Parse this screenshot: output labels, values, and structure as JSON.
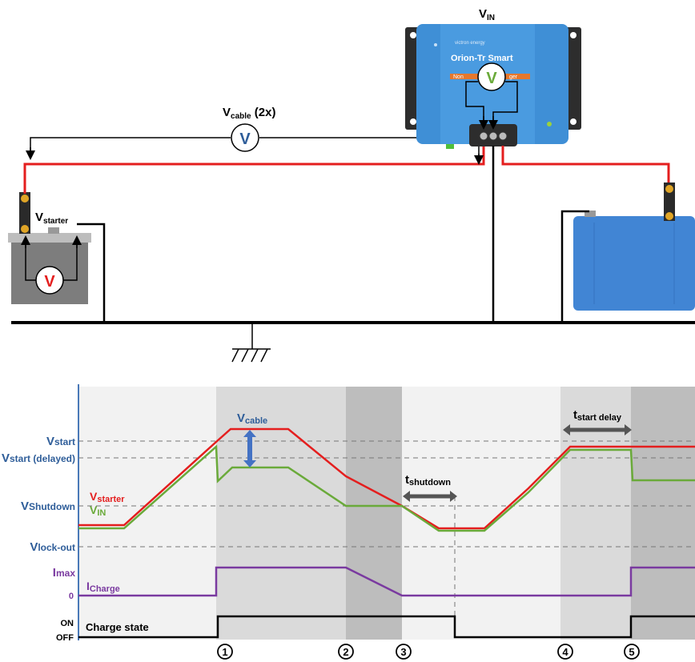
{
  "circuit": {
    "vin_label": {
      "main": "V",
      "sub": "IN"
    },
    "vcable_label": {
      "main": "V",
      "sub": "cable",
      "suffix": " (2x)"
    },
    "vstarter_label": {
      "main": "V",
      "sub": "starter"
    },
    "meter_symbol": "V",
    "charger": {
      "brand": "victron energy",
      "name": "Orion-Tr Smart",
      "partial_left": "Non",
      "partial_right": "ger"
    }
  },
  "timing": {
    "y_labels": {
      "vstart": {
        "main": "V",
        "sub": "start"
      },
      "vstart_delayed": {
        "main": "V",
        "sub": "start (delayed)"
      },
      "vshutdown": {
        "main": "V",
        "sub": "Shutdown"
      },
      "vlockout": {
        "main": "V",
        "sub": "lock-out"
      },
      "imax": {
        "main": "I",
        "sub": "max"
      },
      "zero": "0",
      "on": "ON",
      "off": "OFF"
    },
    "series_labels": {
      "vstarter": {
        "main": "V",
        "sub": "starter"
      },
      "vin": {
        "main": "V",
        "sub": "IN"
      },
      "icharge": {
        "main": "I",
        "sub": "Charge"
      },
      "charge_state": "Charge state"
    },
    "annotations": {
      "vcable": {
        "main": "V",
        "sub": "cable"
      },
      "tshutdown": {
        "main": "t",
        "sub": "shutdown"
      },
      "tstart_delay": {
        "main": "t",
        "sub": "start delay"
      }
    },
    "events": [
      "1",
      "2",
      "3",
      "4",
      "5"
    ],
    "colors": {
      "vstarter": "#e41e1e",
      "vin": "#6aaa3a",
      "icharge": "#7a3aa0",
      "charge_state": "#000000",
      "axis_labels": "#2e5d99",
      "meter_v_red": "#e41e1e",
      "meter_v_green": "#6aaa3a",
      "meter_v_blue": "#2e5d99"
    }
  }
}
